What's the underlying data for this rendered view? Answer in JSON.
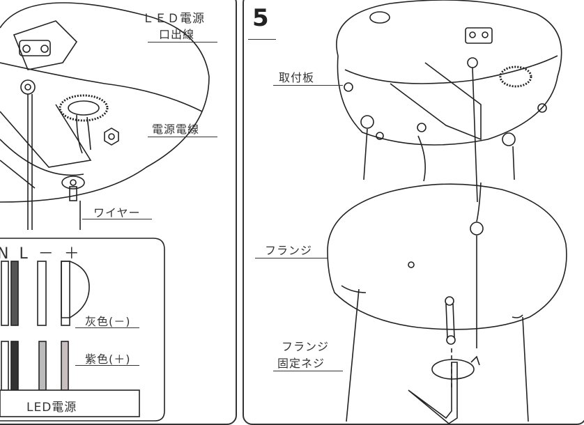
{
  "left_panel": {
    "labels": {
      "led_power_line1": "ＬＥＤ電源",
      "led_power_line2": "口出線",
      "power_wire": "電源電線",
      "wire": "ワイヤー",
      "gray": "灰色(－)",
      "purple": "紫色(＋)",
      "terminals": "N L  －  ＋",
      "led_box": "LED電源"
    }
  },
  "right_panel": {
    "step": "5",
    "labels": {
      "mounting_plate": "取付板",
      "flange": "フランジ",
      "flange_screw_line1": "フランジ",
      "flange_screw_line2": "固定ネジ"
    }
  }
}
